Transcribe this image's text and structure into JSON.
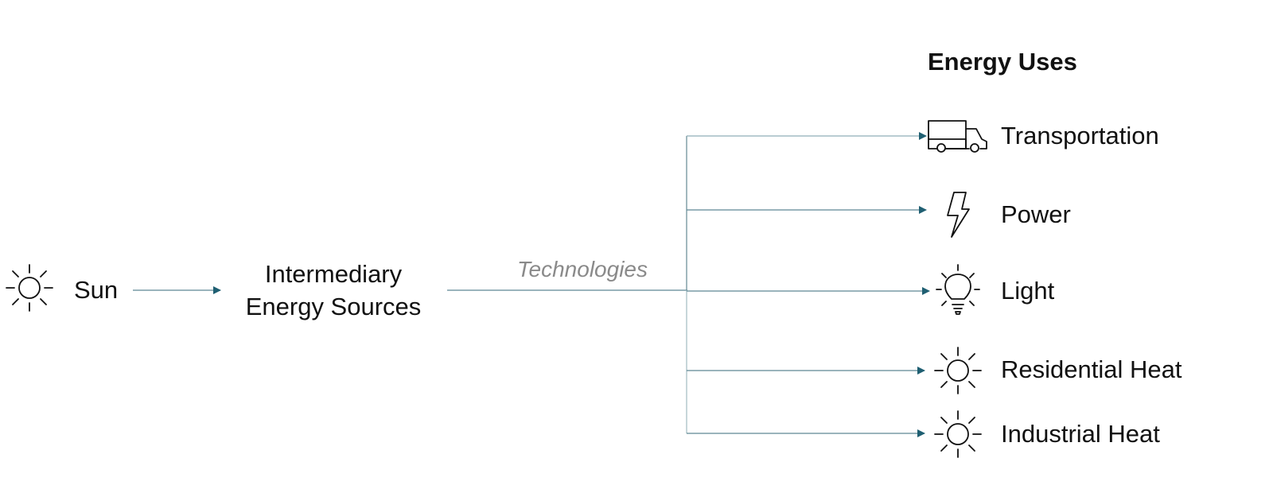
{
  "diagram": {
    "source": {
      "label": "Sun",
      "icon": "sun-icon"
    },
    "intermediate": {
      "line1": "Intermediary",
      "line2": "Energy Sources"
    },
    "connector_label": "Technologies",
    "uses_heading": "Energy Uses",
    "uses": [
      {
        "label": "Transportation",
        "icon": "truck-icon"
      },
      {
        "label": "Power",
        "icon": "lightning-bolt-icon"
      },
      {
        "label": "Light",
        "icon": "lightbulb-icon"
      },
      {
        "label": "Residential Heat",
        "icon": "sun-icon"
      },
      {
        "label": "Industrial Heat",
        "icon": "sun-icon"
      }
    ]
  },
  "colors": {
    "arrow": "#1f5f72",
    "line_dark": "#5e8894",
    "line_light": "#a9bfc6",
    "text": "#111111",
    "muted_text": "#8a8a8a"
  }
}
